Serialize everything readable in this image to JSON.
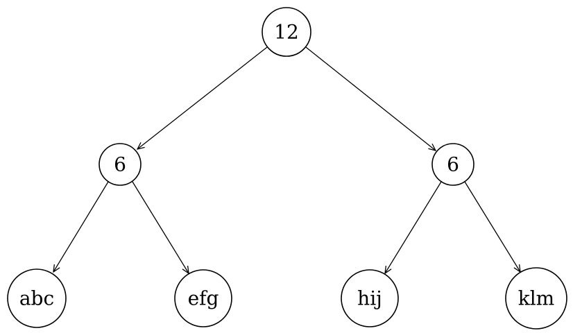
{
  "tree": {
    "root": {
      "label": "12",
      "children": [
        {
          "label": "6",
          "children": [
            {
              "label": "abc"
            },
            {
              "label": "efg"
            }
          ]
        },
        {
          "label": "6",
          "children": [
            {
              "label": "hij"
            },
            {
              "label": "klm"
            }
          ]
        }
      ]
    }
  }
}
